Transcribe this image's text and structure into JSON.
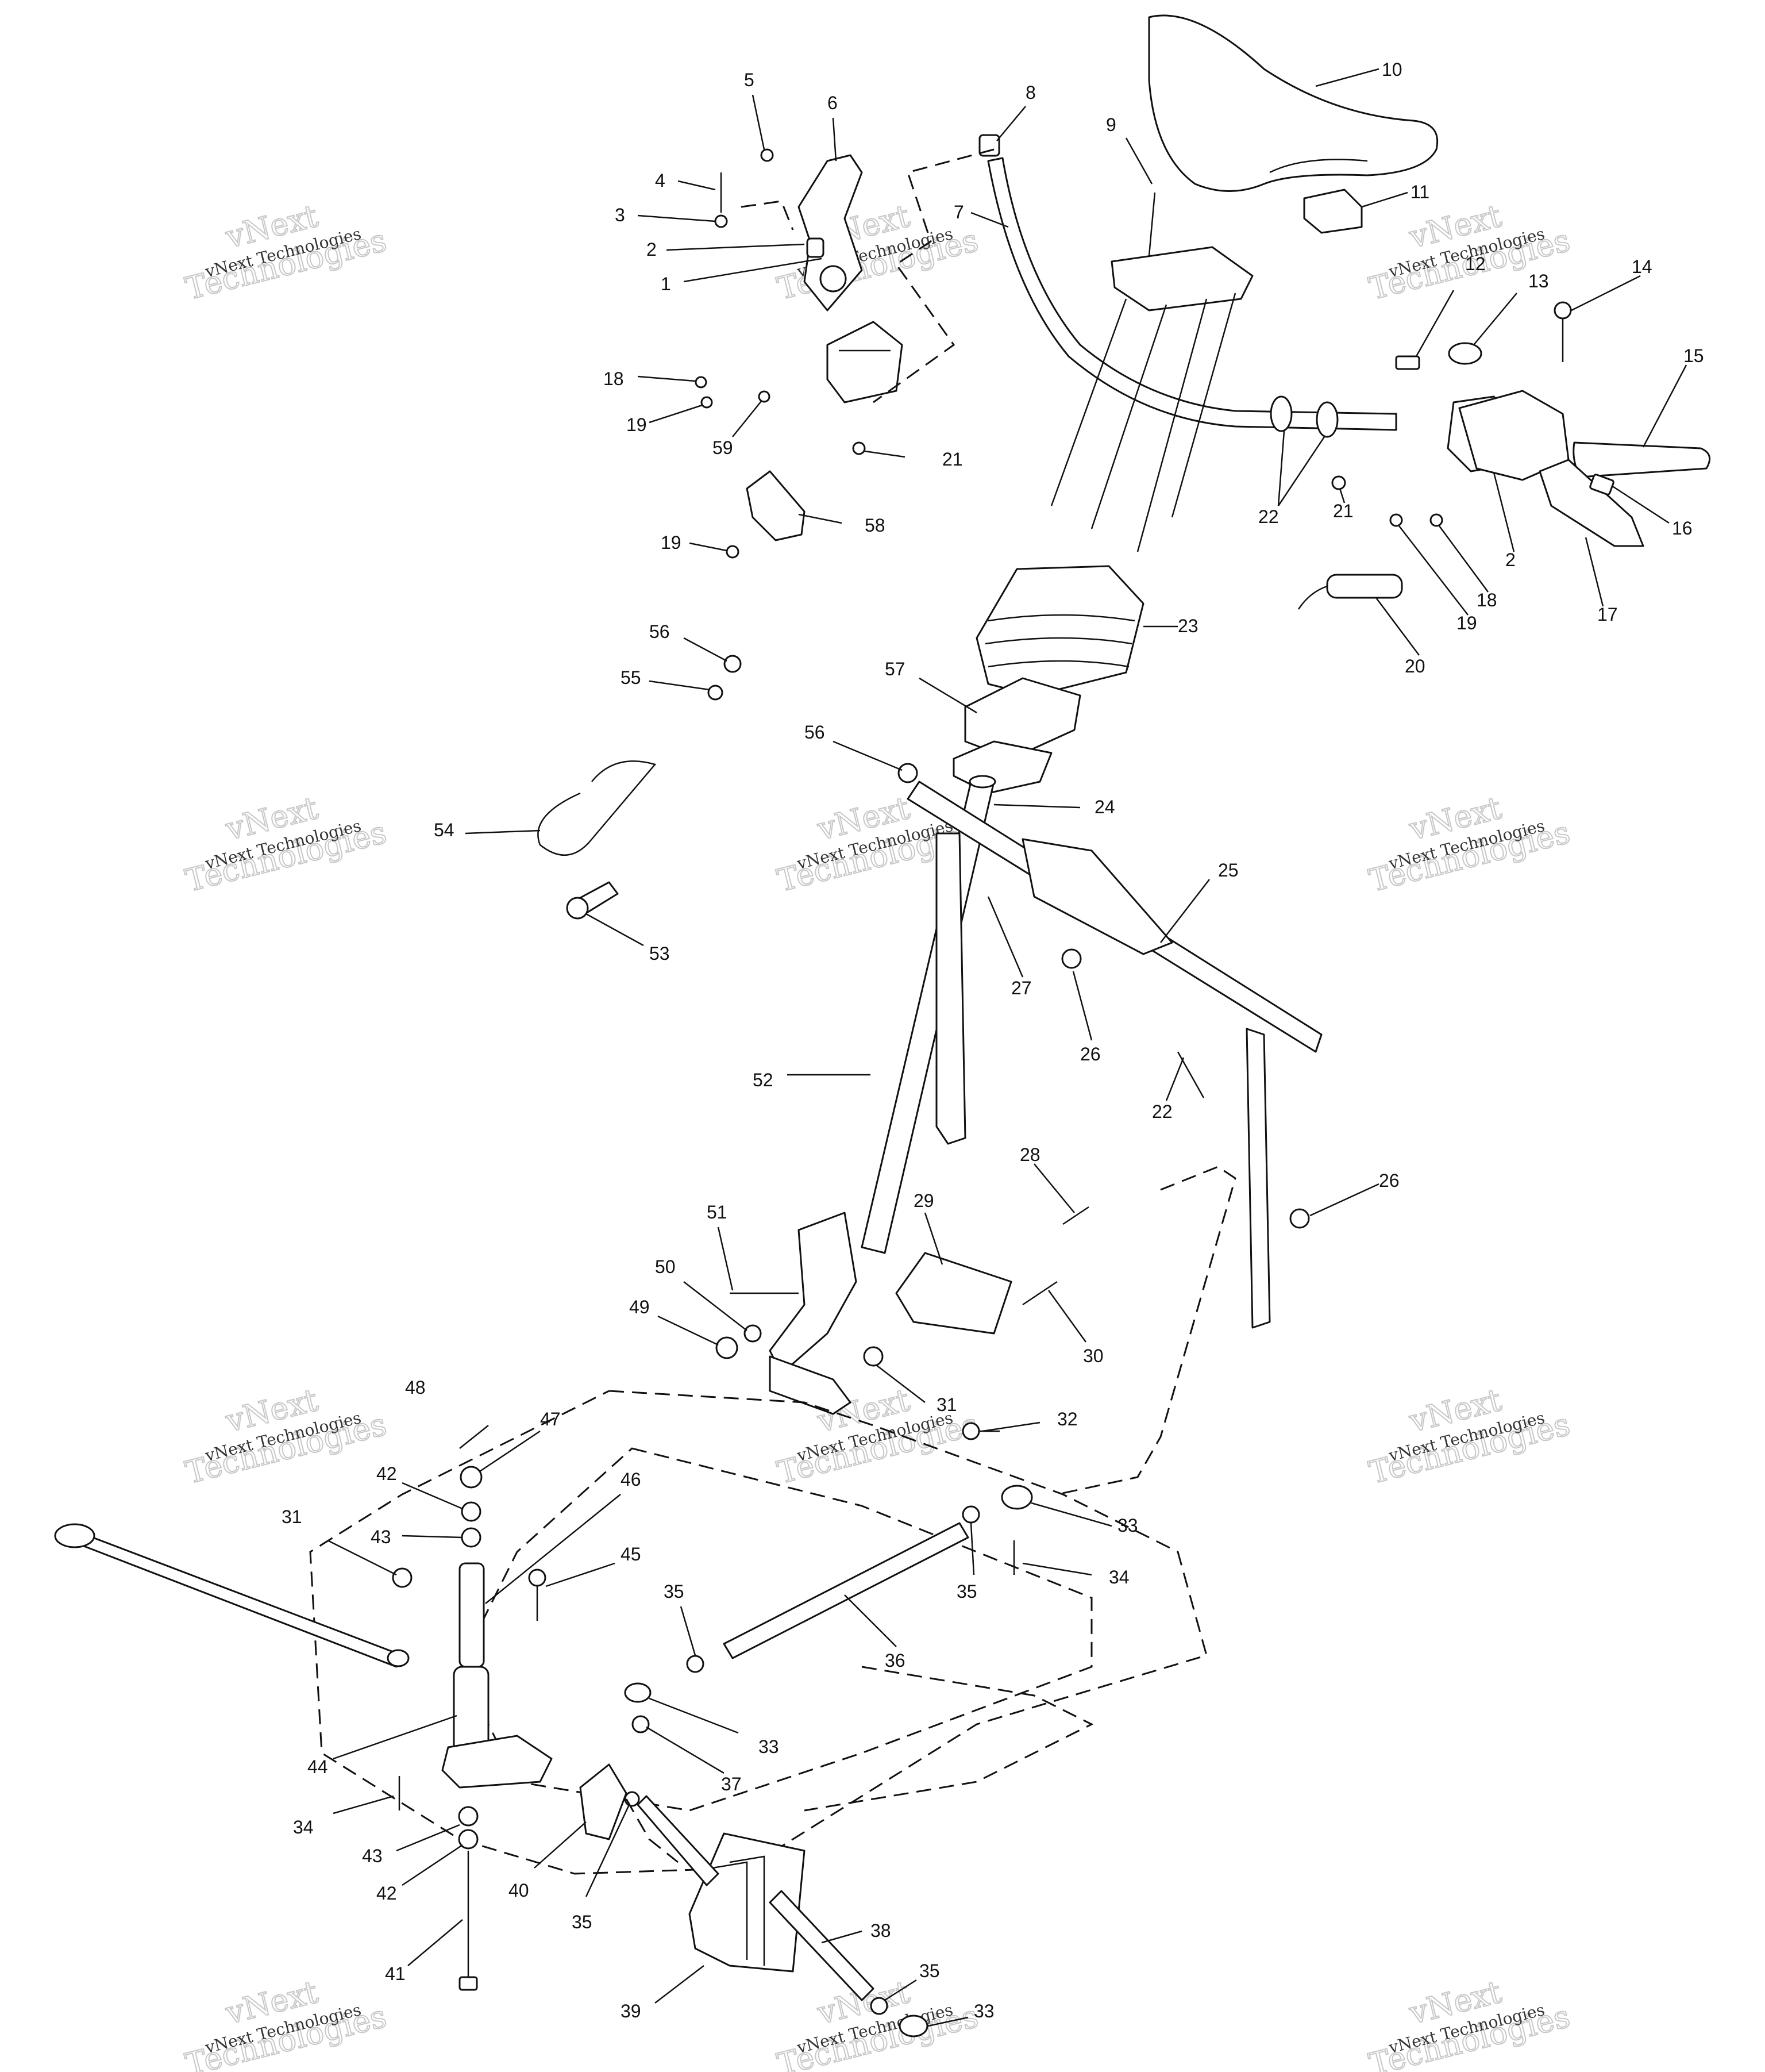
{
  "watermark": {
    "line1": "vNext Technologies",
    "line2": "vNext",
    "line3": "Technologies"
  },
  "callouts": [
    "1",
    "2",
    "3",
    "4",
    "5",
    "6",
    "7",
    "8",
    "9",
    "10",
    "11",
    "12",
    "13",
    "14",
    "15",
    "16",
    "17",
    "18",
    "19",
    "20",
    "21",
    "22",
    "23",
    "24",
    "25",
    "26",
    "27",
    "28",
    "29",
    "30",
    "31",
    "32",
    "33",
    "34",
    "35",
    "36",
    "37",
    "38",
    "39",
    "40",
    "41",
    "42",
    "43",
    "44",
    "45",
    "46",
    "47",
    "48",
    "49",
    "50",
    "51",
    "52",
    "53",
    "54",
    "55",
    "56",
    "57",
    "58",
    "59"
  ],
  "colors": {
    "ink": "#111111",
    "background": "#ffffff",
    "watermark": "#c8c8c8"
  }
}
